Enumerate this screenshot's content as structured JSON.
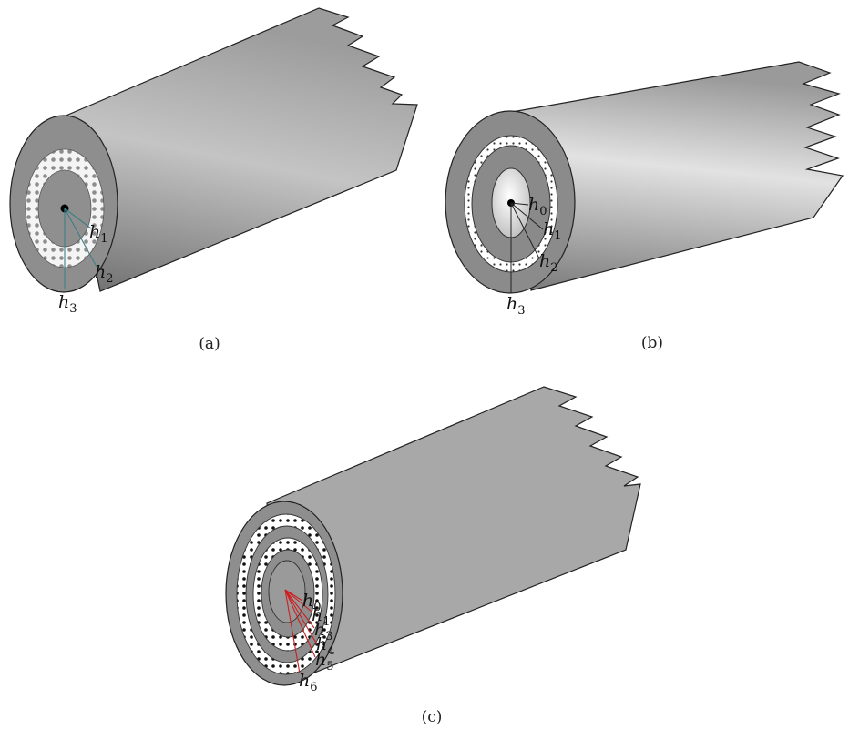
{
  "panels": [
    {
      "caption": "(a)",
      "labels": [
        {
          "base": "h",
          "sub": "1"
        },
        {
          "base": "h",
          "sub": "2"
        },
        {
          "base": "h",
          "sub": "3"
        }
      ]
    },
    {
      "caption": "(b)",
      "labels": [
        {
          "base": "h",
          "sub": "0"
        },
        {
          "base": "h",
          "sub": "1"
        },
        {
          "base": "h",
          "sub": "2"
        },
        {
          "base": "h",
          "sub": "3"
        }
      ]
    },
    {
      "caption": "(c)",
      "labels": [
        {
          "base": "h",
          "sub": "0"
        },
        {
          "base": "h",
          "sub": "1"
        },
        {
          "base": "h",
          "sub": "3"
        },
        {
          "base": "h",
          "sub": "4"
        },
        {
          "base": "h",
          "sub": "5"
        },
        {
          "base": "h",
          "sub": "6"
        }
      ]
    }
  ],
  "colors": {
    "pipe_gray": "#a8a8a8",
    "face_gray": "#8c8c8c",
    "inner_gray": "#909090",
    "porous_white": "#f4f4f4",
    "leader_teal": "#3d7f86",
    "leader_red": "#cc1f1f",
    "leader_black": "#222222"
  }
}
